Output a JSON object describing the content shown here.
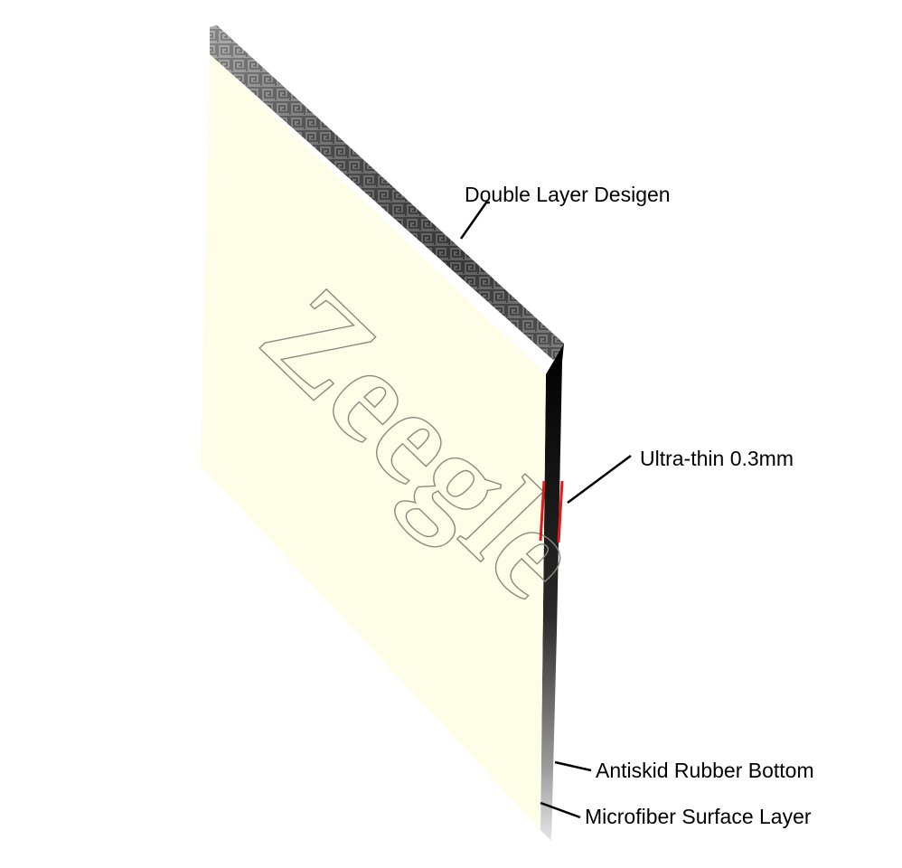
{
  "product": {
    "brand": "Zeegle",
    "surface_color": "#fdfde8",
    "edge_color": "#111111",
    "marker_color": "#e01b1b"
  },
  "callouts": {
    "double_layer": "Double Layer Desigen",
    "ultra_thin": "Ultra-thin 0.3mm",
    "antiskid": "Antiskid Rubber Bottom",
    "microfiber": "Microfiber Surface Layer"
  }
}
